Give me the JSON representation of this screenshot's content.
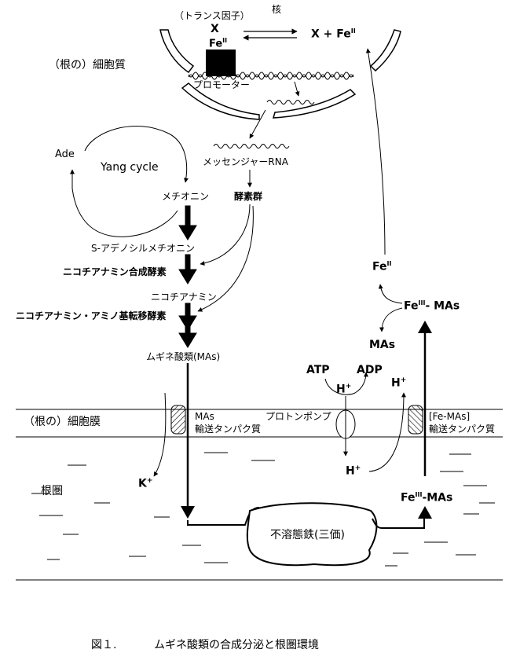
{
  "nucleus": {
    "title": "核",
    "trans_factor": "（トランス因子）",
    "x_label": "X",
    "fe2_label": "Fe",
    "fe2_sup": "II",
    "x_plus_fe": "X + Fe",
    "x_plus_fe_sup": "II",
    "promoter": "プロモーター",
    "mrna": "メッセンジャーRNA"
  },
  "labels": {
    "cytoplasm": "（根の）細胞質",
    "membrane": "（根の）細胞膜",
    "rhizosphere": "根圏"
  },
  "pathway": {
    "yang_cycle": "Yang cycle",
    "ade": "Ade",
    "methionine": "メチオニン",
    "enzymes": "酵素群",
    "sam": "S-アデノシルメチオニン",
    "nas": "ニコチアナミン合成酵素",
    "na": "ニコチアナミン",
    "naat": "ニコチアナミン・アミノ基転移酵素",
    "mas": "ムギネ酸類(MAs)"
  },
  "membrane_items": {
    "mas_transporter_1": "MAs",
    "mas_transporter_2": "輸送タンパク質",
    "proton_pump": "プロトンポンプ",
    "femas_transporter_1": "[Fe-MAs]",
    "femas_transporter_2": "輸送タンパク質",
    "atp": "ATP",
    "adp": "ADP",
    "h_plus": "H",
    "h_plus_sup": "+",
    "k_plus": "K",
    "k_plus_sup": "+"
  },
  "uptake": {
    "fe2": "Fe",
    "fe2_sup": "II",
    "fe3_mas_upper": "Fe",
    "fe3_mas_upper_sup": "III",
    "fe3_mas_upper_suffix": "- MAs",
    "mas_released": "MAs",
    "fe3_mas_lower": "Fe",
    "fe3_mas_lower_sup": "III",
    "fe3_mas_lower_suffix": "-MAs",
    "insoluble_iron": "不溶態鉄(三価)"
  },
  "caption": {
    "figure_no": "図１.",
    "text": "ムギネ酸類の合成分泌と根圏環境"
  }
}
